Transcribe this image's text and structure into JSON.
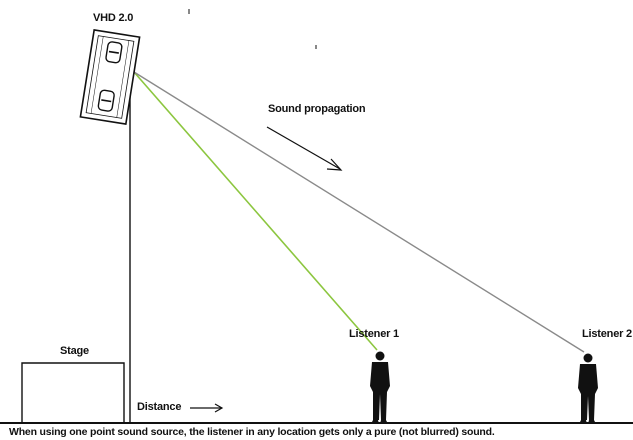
{
  "labels": {
    "device": "VHD 2.0",
    "sound_propagation": "Sound propagation",
    "listener_1": "Listener 1",
    "listener_2": "Listener 2",
    "stage": "Stage",
    "distance": "Distance"
  },
  "caption": "When using one point sound source, the listener in any location gets only a pure (not blurred) sound.",
  "colors": {
    "line_to_listener_1": "#8cc63f",
    "line_to_listener_2": "#8a8a8a",
    "ink": "#111111"
  }
}
